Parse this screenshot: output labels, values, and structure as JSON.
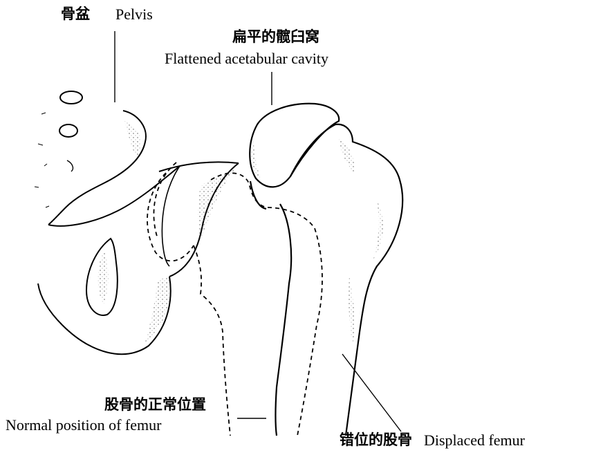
{
  "labels": {
    "pelvis": {
      "zh": "骨盆",
      "en": "Pelvis"
    },
    "cavity": {
      "zh": "扁平的髋臼窝",
      "en": "Flattened acetabular cavity"
    },
    "normal": {
      "zh": "股骨的正常位置",
      "en": "Normal position of femur"
    },
    "displaced": {
      "zh": "错位的股骨",
      "en": "Displaced femur"
    }
  },
  "colors": {
    "ink": "#000000",
    "paper": "#ffffff",
    "stipple": "#555555"
  }
}
